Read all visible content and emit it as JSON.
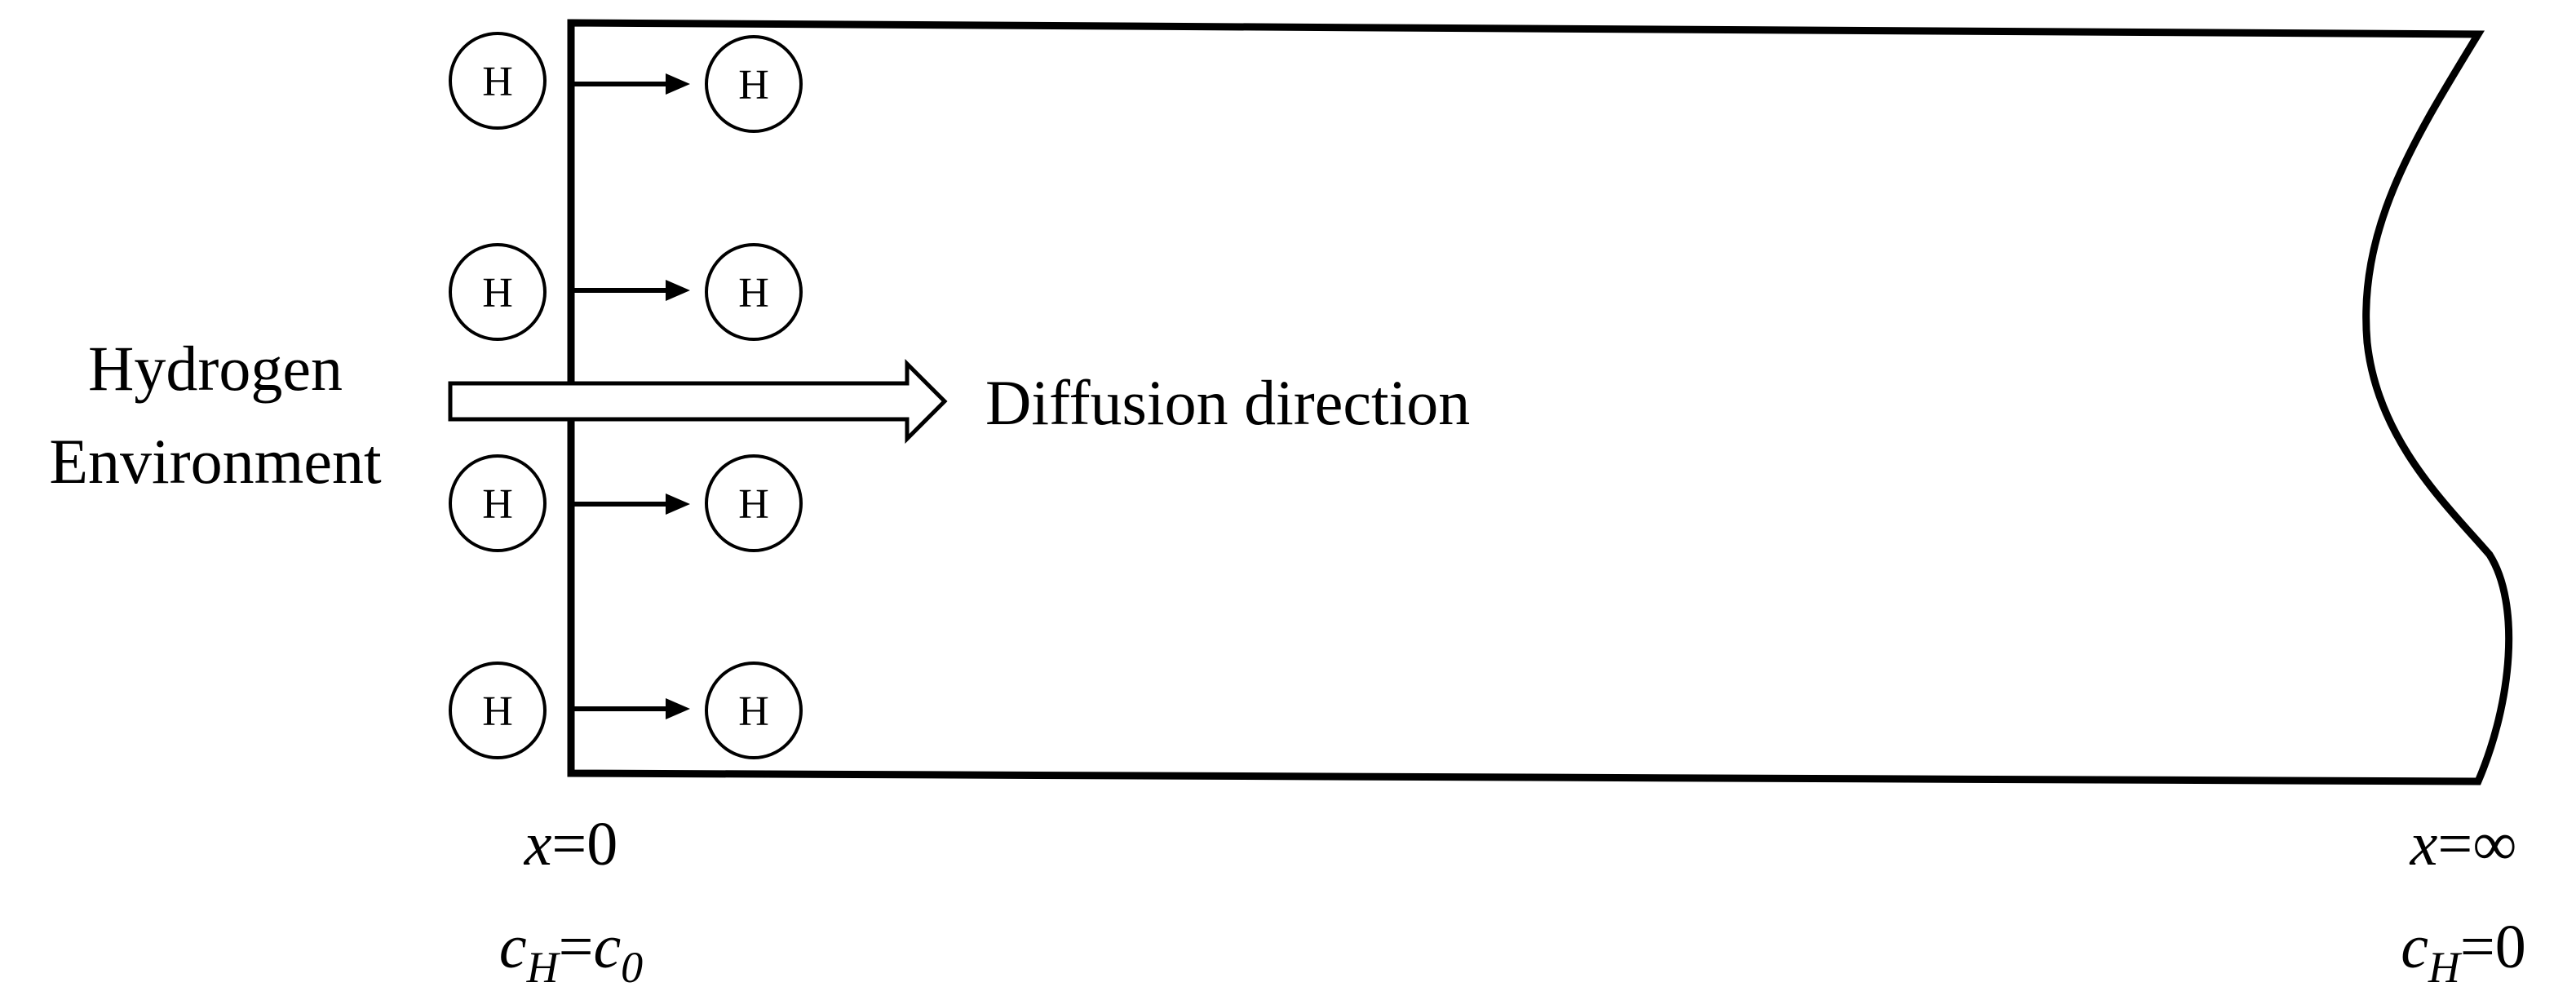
{
  "environment": {
    "line1": "Hydrogen",
    "line2": "Environment"
  },
  "diffusion_label": "Diffusion direction",
  "atom_label": "H",
  "atom_rows": 4,
  "left_boundary": {
    "position": {
      "var": "x",
      "eq": "=",
      "value": "0"
    },
    "concentration": {
      "var": "c",
      "sub": "H",
      "eq": "=",
      "rhs": "c",
      "rhs_sub": "0"
    }
  },
  "right_boundary": {
    "position": {
      "var": "x",
      "eq": "=",
      "value": "∞"
    },
    "concentration": {
      "var": "c",
      "sub": "H",
      "eq": "=",
      "rhs": "0"
    }
  },
  "colors": {
    "stroke": "#000000",
    "fill": "#ffffff"
  }
}
